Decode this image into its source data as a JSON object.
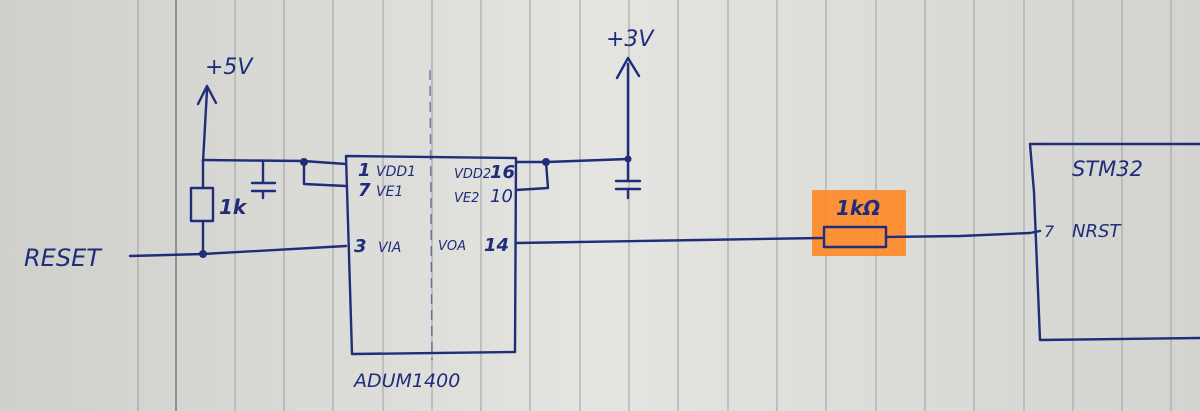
{
  "labels": {
    "vplus5": "+5V",
    "vplus3": "+3V",
    "reset": "RESET",
    "res_1k": "1k",
    "res_1kohm": "1kΩ",
    "stm_title": "STM32",
    "stm_pin": "7",
    "stm_pin_name": "NRST",
    "chip_name": "ADUM1400"
  },
  "pins": [
    {
      "num": "1",
      "name": "VDD1"
    },
    {
      "num": "7",
      "name": "VE1"
    },
    {
      "num": "3",
      "name": "VIA"
    },
    {
      "num": "16",
      "name": "VDD2"
    },
    {
      "num": "10",
      "name": "VE2"
    },
    {
      "num": "14",
      "name": "VOA"
    }
  ],
  "colors": {
    "ink": "#1f2d7a",
    "paper": "#d9d9d6",
    "highlight": "#ff8a2a",
    "rule": "#a9aab0"
  }
}
